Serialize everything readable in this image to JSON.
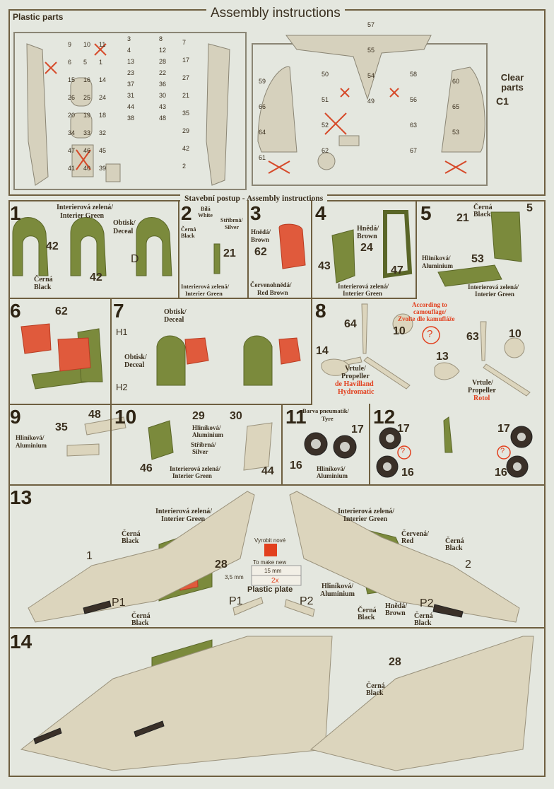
{
  "header": {
    "plastic_parts": "Plastic parts",
    "title": "Assembly instructions",
    "clear_parts": "Clear parts",
    "clear_part_id": "C1"
  },
  "section_title": "Stavební postup - Assembly instructions",
  "sprue_left_numbers": [
    "9",
    "10",
    "11",
    "3",
    "8",
    "7",
    "6",
    "5",
    "1",
    "4",
    "12",
    "17",
    "15",
    "16",
    "14",
    "13",
    "28",
    "27",
    "26",
    "25",
    "24",
    "23",
    "22",
    "21",
    "20",
    "19",
    "18",
    "37",
    "36",
    "35",
    "34",
    "33",
    "32",
    "31",
    "30",
    "29",
    "47",
    "46",
    "45",
    "44",
    "43",
    "42",
    "41",
    "40",
    "39",
    "38",
    "48",
    "2"
  ],
  "sprue_right_numbers": [
    "59",
    "50",
    "57",
    "58",
    "60",
    "66",
    "51",
    "55",
    "56",
    "65",
    "64",
    "52",
    "54",
    "63",
    "53",
    "61",
    "62",
    "49",
    "67"
  ],
  "steps": {
    "s1": {
      "n": "1",
      "a": "Interierová zelená/",
      "b": "Interier Green",
      "c": "Obtisk/",
      "d": "Deceal",
      "e": "Černá",
      "f": "Black",
      "p1": "42",
      "p2": "42",
      "p3": "D"
    },
    "s2": {
      "n": "2",
      "a": "Bílá",
      "b": "White",
      "c": "Stříbrná/",
      "d": "Silver",
      "e": "Černá",
      "f": "Black",
      "g": "Interierová zelená/",
      "h": "Interier Green",
      "p": "21"
    },
    "s3": {
      "n": "3",
      "a": "Hnědá/",
      "b": "Brown",
      "c": "Červenohnědá/",
      "d": "Red Brown",
      "p": "62"
    },
    "s4": {
      "n": "4",
      "a": "Hnědá/",
      "b": "Brown",
      "c": "Interierová zelená/",
      "d": "Interier Green",
      "p1": "43",
      "p2": "24",
      "p3": "47"
    },
    "s5": {
      "n": "5",
      "a": "Černá",
      "b": "Black",
      "c": "Hliníková/",
      "d": "Aluminium",
      "e": "Interierová zelená/",
      "f": "Interier Green",
      "p1": "21",
      "p2": "5",
      "p3": "53"
    },
    "s6": {
      "n": "6",
      "p": "62"
    },
    "s7": {
      "n": "7",
      "a": "Obtisk/",
      "b": "Deceal",
      "c": "Obtisk/",
      "d": "Deceal",
      "h1": "H1",
      "h2": "H2"
    },
    "s8": {
      "n": "8",
      "a": "According to",
      "b": "camouflage/",
      "c": "Zvolte dle kamufláže",
      "q": "?",
      "v1": "Vrtule/",
      "v2": "Propeller",
      "v3": "de Havilland",
      "v4": "Hydromatic",
      "w1": "Vrtule/",
      "w2": "Propeller",
      "w3": "Rotol",
      "p1": "64",
      "p2": "10",
      "p3": "14",
      "p4": "63",
      "p5": "10",
      "p6": "13"
    },
    "s9": {
      "n": "9",
      "a": "Hliníková/",
      "b": "Aluminium",
      "p1": "48",
      "p2": "35"
    },
    "s10": {
      "n": "10",
      "a": "Hliníková/",
      "b": "Aluminium",
      "c": "Stříbrná/",
      "d": "Silver",
      "e": "Interierová zelená/",
      "f": "Interier Green",
      "p1": "29",
      "p2": "30",
      "p3": "46",
      "p4": "44"
    },
    "s11": {
      "n": "11",
      "a": "Barva pneumatik/",
      "b": "Tyre",
      "c": "Hliníková/",
      "d": "Aluminium",
      "p1": "17",
      "p2": "16"
    },
    "s12": {
      "n": "12",
      "p1": "17",
      "p2": "16",
      "p3": "17",
      "p4": "16",
      "q": "?"
    },
    "s13": {
      "n": "13",
      "a": "Interierová zelená/",
      "b": "Interier Green",
      "c": "Černá",
      "d": "Black",
      "e": "Černá",
      "f": "Black",
      "g": "Vyrobit nové",
      "h": "To make new",
      "i": "15 mm",
      "j": "3,5 mm",
      "k": "2x",
      "l": "Plastic plate",
      "m": "Interierová zelená/",
      "o": "Interier Green",
      "r1": "Červená/",
      "r2": "Red",
      "k1": "Černá",
      "k2": "Black",
      "al1": "Hliníková/",
      "al2": "Aluminium",
      "bk1": "Černá",
      "bk2": "Black",
      "br1": "Hnědá/",
      "br2": "Brown",
      "bb1": "Černá",
      "bb2": "Black",
      "p1": "1",
      "p2": "28",
      "p3": "P1",
      "p4": "P1",
      "p5": "P2",
      "p6": "P2",
      "p7": "2"
    },
    "s14": {
      "n": "14",
      "a": "Černá",
      "b": "Black",
      "p": "28"
    }
  },
  "colors": {
    "green": "#7b8a3c",
    "beige": "#dcd5bd",
    "red": "#e2553a",
    "frame": "#6e5f40"
  }
}
